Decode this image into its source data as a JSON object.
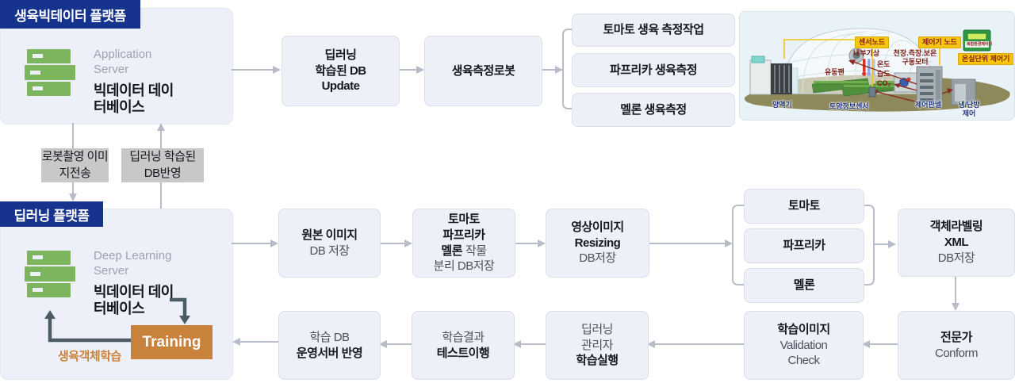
{
  "top_platform": {
    "header": "생육빅테이터 플랫폼",
    "server_type": "Application Server",
    "server_name": "빅데이터 데이터베이스"
  },
  "bottom_platform": {
    "header": "딥러닝 플랫폼",
    "server_type": "Deep Learning Server",
    "server_name": "빅데이터 데이터베이스",
    "training": "Training",
    "training_note": "생육객체학습"
  },
  "connector_labels": {
    "robot_capture": "로봇촬영 이미지전송",
    "db_reflect": "딥러닝 학습된 DB반영"
  },
  "flow": {
    "db_update": {
      "l1": "딥러닝",
      "l2": "학습된 DB",
      "l3": "Update"
    },
    "robot": "생육측정로봇",
    "measure_tasks": [
      "토마토 생육 측정작업",
      "파프리카 생육측정",
      "멜론 생육측정"
    ],
    "origin": {
      "l1": "원본 이미지",
      "l2": "DB 저장"
    },
    "crop_split": {
      "l1": "토마토",
      "l2": "파프리카",
      "l3b": "멜론",
      "l3r": "작물",
      "l4": "분리 DB저장"
    },
    "resizing": {
      "l1": "영상이미지",
      "l2": "Resizing",
      "l3": "DB저장"
    },
    "crops": [
      "토마토",
      "파프리카",
      "멜론"
    ],
    "labeling": {
      "l1": "객체라벨링",
      "l2": "XML",
      "l3": "DB저장"
    },
    "conform": {
      "l1": "전문가",
      "l2": "Conform"
    },
    "validation": {
      "l1": "학습이미지",
      "l2": "Validation",
      "l3": "Check"
    },
    "train_exec": {
      "l1": "딥러닝",
      "l2": "관리자",
      "l3": "학습실행"
    },
    "test": {
      "l1": "학습결과",
      "l2": "테스트이행"
    },
    "deploy": {
      "l1": "학습 DB",
      "l2": "운영서버 반영"
    }
  },
  "greenhouse": {
    "labels": {
      "sensor_node": "센서노드",
      "controller_node": "제어기 노드",
      "unit_controller": "온실단위 제어기",
      "device": "복합환경제어기",
      "indoor_weather": "내부기상",
      "motor_l1": "천장.측장.보온",
      "motor_l2": "구동모터",
      "temp": "온도",
      "humidity": "습도",
      "co2": "CO₂",
      "fan": "유동팬",
      "nutrient": "양액기",
      "soil_sensor": "토양정보센서",
      "control_panel": "제어판넬",
      "hvac_l1": "냉/난방",
      "hvac_l2": "제어"
    }
  },
  "colors": {
    "navy": "#16338d",
    "server_green": "#7db45e",
    "orange": "#c9823b",
    "box_bg": "#eef0f8",
    "gray_label": "#c8c8c8",
    "arrow": "#b7bcc8",
    "dark_arrow": "#4d5b66"
  }
}
